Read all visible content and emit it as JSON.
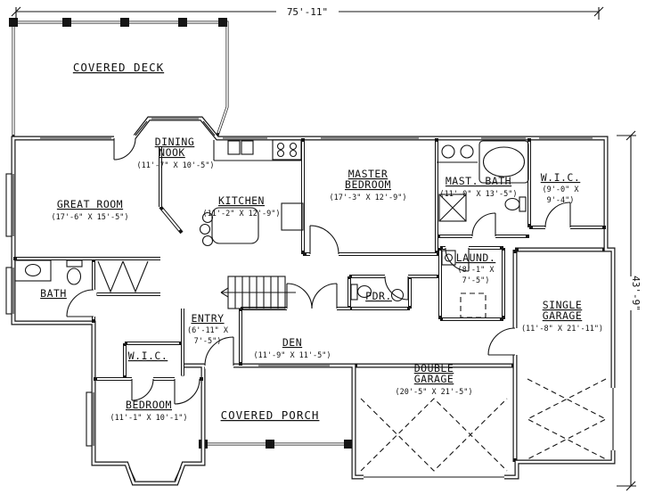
{
  "drawing": {
    "width_dim": "75'-11\"",
    "height_dim": "43'-9\""
  },
  "rooms": {
    "covered_deck": {
      "name": "COVERED DECK"
    },
    "dining_nook": {
      "name1": "DINING",
      "name2": "NOOK",
      "size": "(11'-7\" X 10'-5\")"
    },
    "great_room": {
      "name": "GREAT ROOM",
      "size": "(17'-6\" X 15'-5\")"
    },
    "kitchen": {
      "name": "KITCHEN",
      "size": "(11'-2\" X 12'-9\")"
    },
    "master_bedroom": {
      "name1": "MASTER",
      "name2": "BEDROOM",
      "size": "(17'-3\" X 12'-9\")"
    },
    "master_bath": {
      "name": "MAST. BATH",
      "size": "(11'-0\" X 13'-5\")"
    },
    "master_wic": {
      "name": "W.I.C.",
      "size1": "(9'-0\" X",
      "size2": "9'-4\")"
    },
    "laundry": {
      "name": "LAUND.",
      "size1": "(8'-1\" X",
      "size2": "7'-5\")"
    },
    "bath": {
      "name": "BATH"
    },
    "entry": {
      "name": "ENTRY",
      "size1": "(6'-11\" X",
      "size2": "7'-5\")"
    },
    "den": {
      "name": "DEN",
      "size": "(11'-9\" X 11'-5\")"
    },
    "powder": {
      "name": "PDR."
    },
    "bedroom_wic": {
      "name": "W.I.C."
    },
    "bedroom": {
      "name": "BEDROOM",
      "size": "(11'-1\" X 10'-1\")"
    },
    "covered_porch": {
      "name": "COVERED PORCH"
    },
    "double_garage": {
      "name1": "DOUBLE",
      "name2": "GARAGE",
      "size": "(20'-5\" X 21'-5\")"
    },
    "single_garage": {
      "name1": "SINGLE",
      "name2": "GARAGE",
      "size": "(11'-8\" X 21'-11\")"
    }
  },
  "colors": {
    "ink": "#151515",
    "paper": "#ffffff"
  }
}
